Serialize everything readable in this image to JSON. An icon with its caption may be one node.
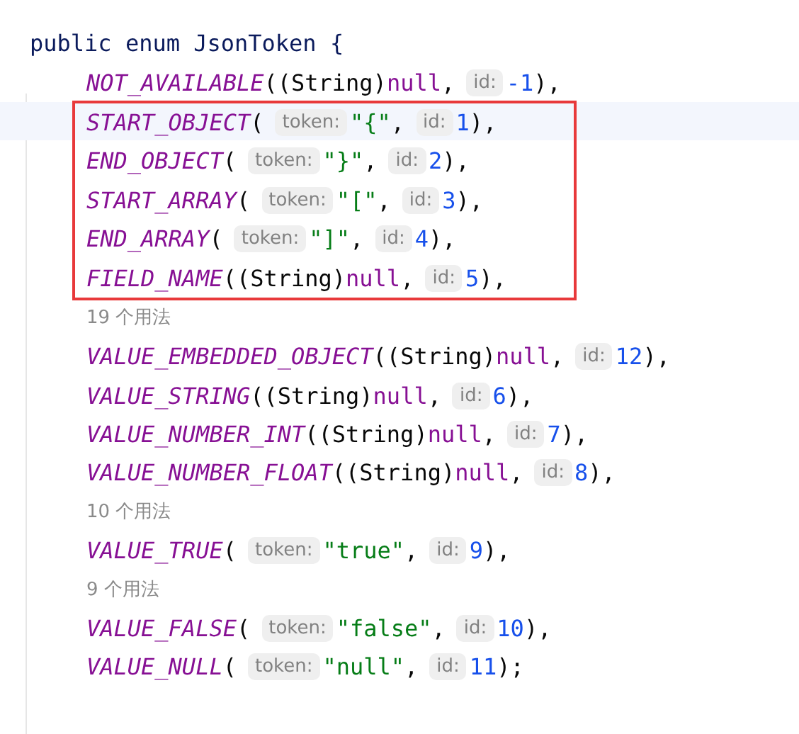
{
  "diagram": {
    "nodes": [
      {
        "text": [
          "START_OBJECT(",
          "token:",
          "\"{\",",
          "id:",
          "1),",
          "END_OBJECT(",
          "token:",
          "\"}\",",
          "id:",
          "2),",
          "START_ARRAY(",
          "token:",
          "\"[\",",
          "id:",
          "3),",
          "END_ARRAY(",
          "token:",
          "\"]\",",
          "id:",
          "4),",
          "FIELD_NAME((String)null,",
          "id:",
          "5),"
        ]
      }
    ],
    "labels": [
      "public enum JsonToken {",
      "NOT_AVAILABLE((String)null,",
      "id:",
      "-1),",
      "19 个用法",
      "VALUE_EMBEDDED_OBJECT((String)null,",
      "id:",
      "12),",
      "VALUE_STRING((String)null,",
      "id:",
      "6),",
      "VALUE_NUMBER_INT((String)null,",
      "id:",
      "7),",
      "VALUE_NUMBER_FLOAT((String)null,",
      "id:",
      "8),",
      "10 个用法",
      "VALUE_TRUE(",
      "token:",
      "\"true\",",
      "id:",
      "9),",
      "9 个用法",
      "VALUE_FALSE(",
      "token:",
      "\"false\",",
      "id:",
      "10),",
      "VALUE_NULL(",
      "token:",
      "\"null\",",
      "id:",
      "11);"
    ]
  }
}
